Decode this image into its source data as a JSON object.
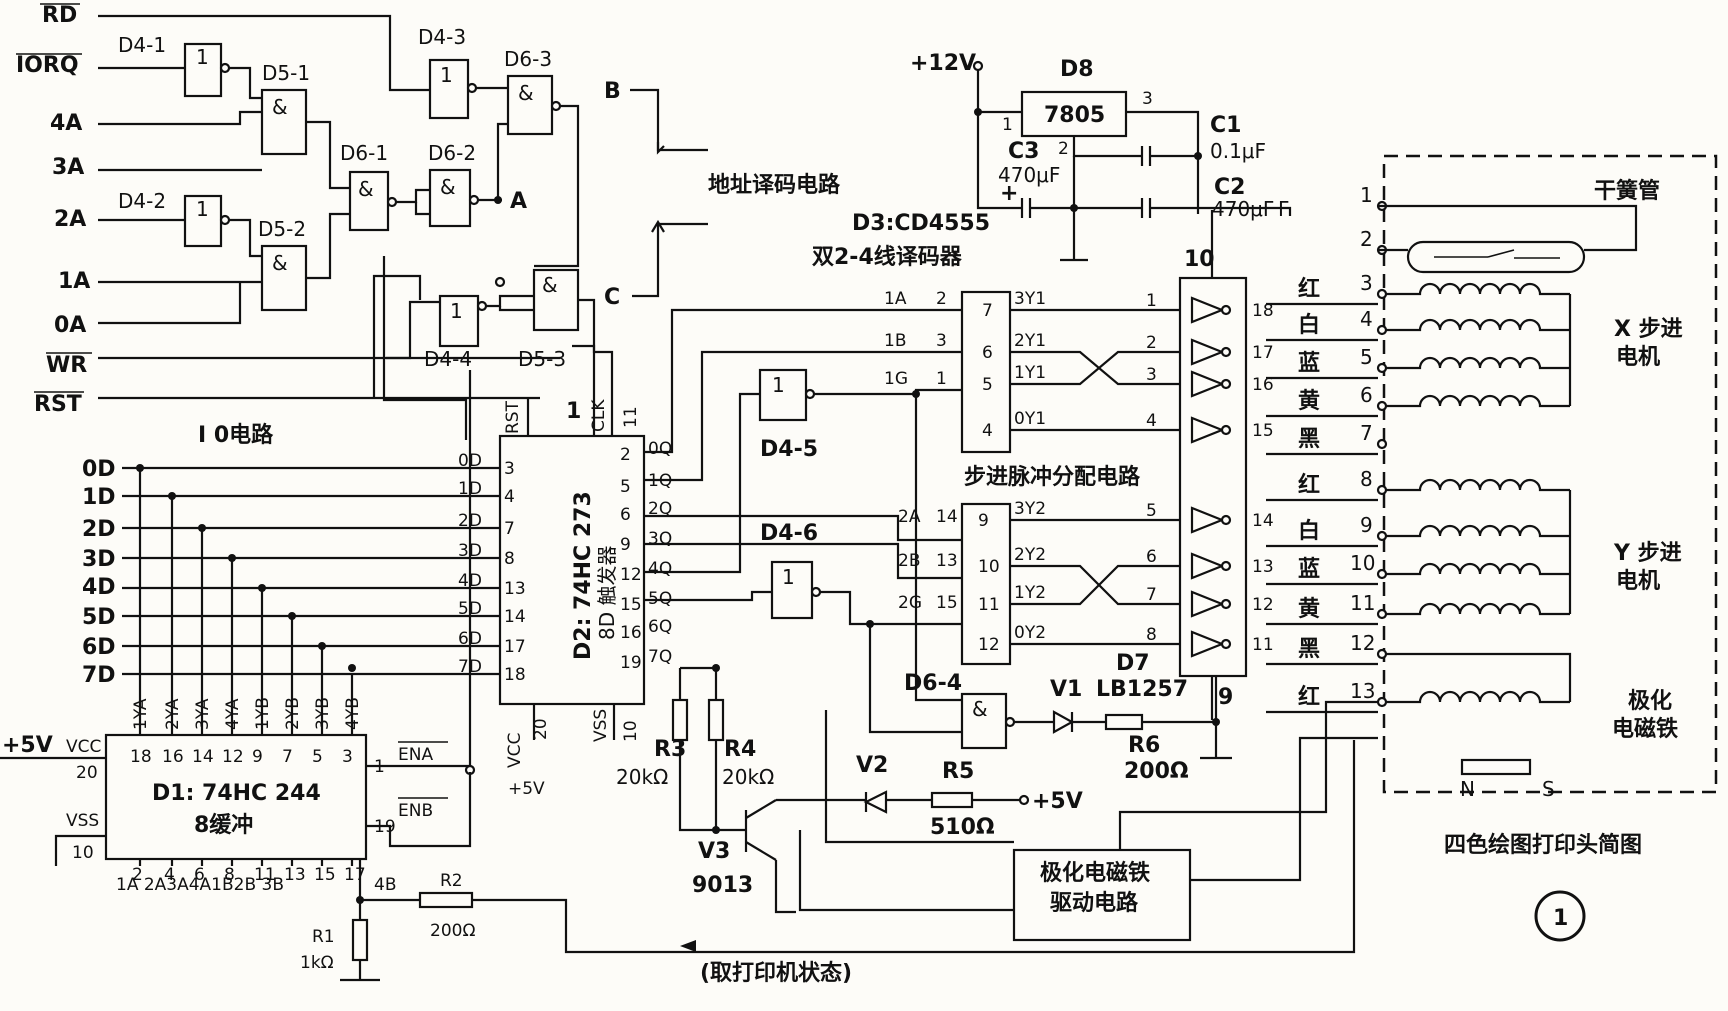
{
  "bus_signals": {
    "rd": "RD",
    "iorq": "IORQ",
    "a4": "4A",
    "a3": "3A",
    "a2": "2A",
    "a1": "1A",
    "a0": "0A",
    "wr": "WR",
    "rst": "RST",
    "d0": "0D",
    "d1": "1D",
    "d2": "2D",
    "d3": "3D",
    "d4": "4D",
    "d5": "5D",
    "d6": "6D",
    "d7": "7D",
    "vcc5": "+5V"
  },
  "gates": {
    "d4_1": "D4-1",
    "d4_2": "D4-2",
    "d4_3": "D4-3",
    "d4_4": "D4-4",
    "d4_5": "D4-5",
    "d4_6": "D4-6",
    "d5_1": "D5-1",
    "d5_2": "D5-2",
    "d5_3": "D5-3",
    "d6_1": "D6-1",
    "d6_2": "D6-2",
    "d6_3": "D6-3",
    "d6_4": "D6-4",
    "inv": "1",
    "and": "&"
  },
  "nodes": {
    "a": "A",
    "b": "B",
    "c": "C"
  },
  "sections": {
    "address_decode": "地址译码电路",
    "io_circuit": "I 0电路",
    "pulse_dist": "步进脉冲分配电路",
    "printer_state": "(取打印机状态)",
    "head_title": "四色绘图打印头简图",
    "figure_number": "1"
  },
  "d1": {
    "name": "D1: 74HC 244",
    "desc": "8缓冲",
    "top_pins": [
      "1YA",
      "2YA",
      "3YA",
      "4YA",
      "1YB",
      "2YB",
      "3YB",
      "4YB"
    ],
    "top_nums": [
      "18",
      "16",
      "14",
      "12",
      "9",
      "7",
      "5",
      "3"
    ],
    "bottom_nums": [
      "2",
      "4",
      "6",
      "8",
      "11",
      "13",
      "15",
      "17"
    ],
    "bottom_labels": "1A  2A3A4A1B2B 3B",
    "vcc": "VCC",
    "vcc_pin": "20",
    "vss": "VSS",
    "vss_pin": "10",
    "ena": "ENA",
    "ena_pin": "1",
    "enb": "ENB",
    "enb_pin": "19",
    "b4": "4B"
  },
  "d2": {
    "name": "D2: 74HC 273",
    "desc": "8D 触发器",
    "in_labels": [
      "0D",
      "1D",
      "2D",
      "3D",
      "4D",
      "5D",
      "6D",
      "7D"
    ],
    "in_pins": [
      "3",
      "4",
      "7",
      "8",
      "13",
      "14",
      "17",
      "18"
    ],
    "out_labels": [
      "0Q",
      "1Q",
      "2Q",
      "3Q",
      "4Q",
      "5Q",
      "6Q",
      "7Q"
    ],
    "out_pins": [
      "2",
      "5",
      "6",
      "9",
      "12",
      "15",
      "16",
      "19"
    ],
    "rst": "RST",
    "rst_pin": "1",
    "clk": "CLK",
    "clk_pin": "11",
    "vcc": "VCC",
    "vcc_pin": "20",
    "vss": "VSS",
    "vss_pin": "10",
    "supply": "+5V"
  },
  "d3": {
    "name": "D3:CD4555",
    "desc": "双2-4线译码器",
    "in_labels_a": [
      "1A",
      "1B",
      "1G"
    ],
    "in_pins_a": [
      "2",
      "3",
      "1"
    ],
    "in_labels_b": [
      "2A",
      "2B",
      "2G"
    ],
    "in_pins_b": [
      "14",
      "13",
      "15"
    ],
    "out_labels_a": [
      "3Y1",
      "2Y1",
      "1Y1",
      "0Y1"
    ],
    "out_pins_a": [
      "7",
      "6",
      "5",
      "4"
    ],
    "out_labels_b": [
      "3Y2",
      "2Y2",
      "1Y2",
      "0Y2"
    ],
    "out_pins_b": [
      "9",
      "10",
      "11",
      "12"
    ]
  },
  "d7": {
    "name": "D7",
    "part": "LB1257",
    "in_pins": [
      "1",
      "2",
      "3",
      "4",
      "5",
      "6",
      "7",
      "8"
    ],
    "out_pins": [
      "18",
      "17",
      "16",
      "15",
      "14",
      "13",
      "12",
      "11"
    ],
    "pin10": "10",
    "pin9": "9"
  },
  "d8": {
    "name": "D8",
    "part": "7805",
    "pin1": "1",
    "pin2": "2",
    "pin3": "3",
    "vin": "+12V"
  },
  "components": {
    "c1": "C1",
    "c1v": "0.1μF",
    "c2": "C2",
    "c2v": "470μF",
    "c3": "C3",
    "c3v": "470μF",
    "r1": "R1",
    "r1v": "1kΩ",
    "r2": "R2",
    "r2v": "200Ω",
    "r3": "R3",
    "r3v": "20kΩ",
    "r4": "R4",
    "r4v": "20kΩ",
    "r5": "R5",
    "r5v": "510Ω",
    "r6": "R6",
    "r6v": "200Ω",
    "v1": "V1",
    "v2": "V2",
    "v3": "V3",
    "v3p": "9013",
    "vplus": "+5V",
    "plus": "+"
  },
  "driver": {
    "line1": "极化电磁铁",
    "line2": "驱动电路"
  },
  "head": {
    "reed": "干簧管",
    "x_motor_1": "X 步进",
    "x_motor_2": "电机",
    "y_motor_1": "Y 步进",
    "y_motor_2": "电机",
    "magnet_1": "极化",
    "magnet_2": "电磁铁",
    "n": "N",
    "s": "S",
    "terminals": [
      "1",
      "2",
      "3",
      "4",
      "5",
      "6",
      "7",
      "8",
      "9",
      "10",
      "11",
      "12",
      "13"
    ],
    "colors": [
      "红",
      "白",
      "蓝",
      "黄",
      "黑",
      "红",
      "白",
      "蓝",
      "黄",
      "黑",
      "红"
    ]
  }
}
